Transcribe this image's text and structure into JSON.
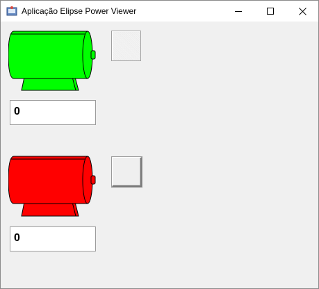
{
  "window": {
    "title": "Aplicação Elipse Power Viewer",
    "icon": "app-icon"
  },
  "controls": {
    "minimize_icon": "minimize-icon",
    "maximize_icon": "maximize-icon",
    "close_icon": "close-icon"
  },
  "motors": [
    {
      "color": "#00ff00",
      "state": "on",
      "value": "0"
    },
    {
      "color": "#ff0000",
      "state": "off",
      "value": "0"
    }
  ]
}
